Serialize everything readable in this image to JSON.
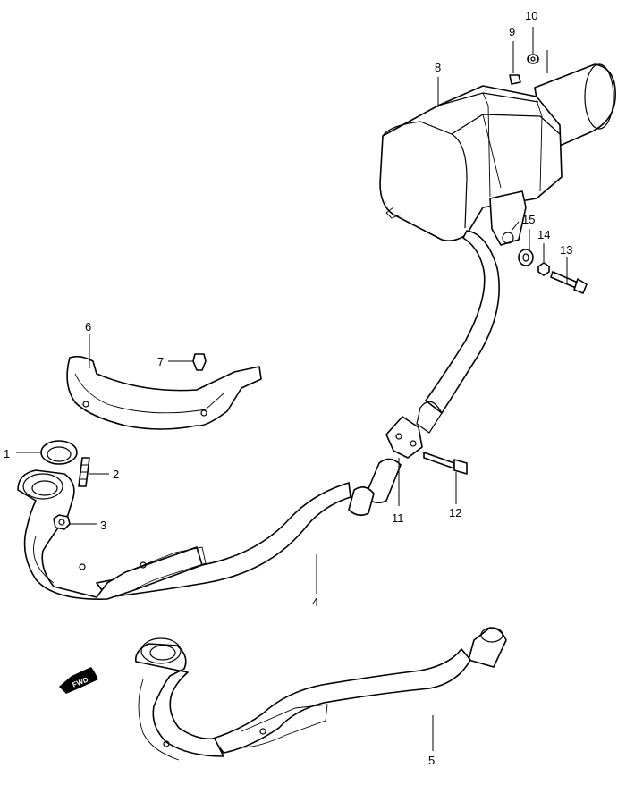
{
  "callouts": {
    "p1": "1",
    "p2": "2",
    "p3": "3",
    "p4": "4",
    "p5": "5",
    "p6": "6",
    "p7": "7",
    "p8": "8",
    "p9": "9",
    "p10": "10",
    "p11": "11",
    "p12": "12",
    "p13": "13",
    "p14": "14",
    "p15": "15"
  },
  "fwd_arrow_label": "FWD",
  "colors": {
    "line": "#000000",
    "background": "#ffffff"
  }
}
